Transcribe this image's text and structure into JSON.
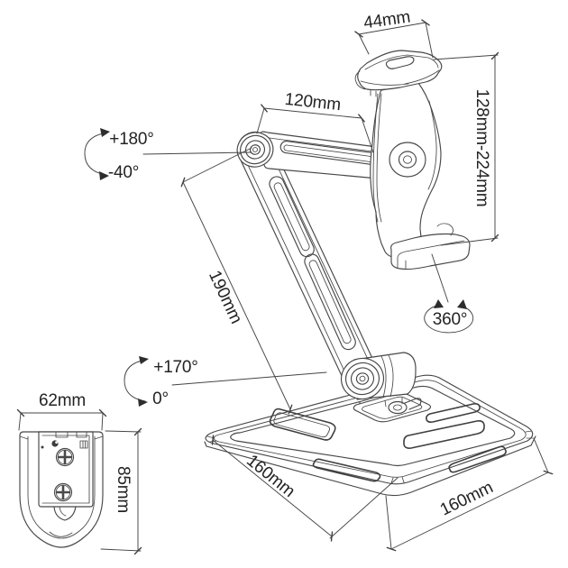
{
  "page": {
    "background": "#ffffff"
  },
  "diagram": {
    "name": "Tablet stand dimensioned line drawing",
    "line_color": "#474747",
    "text_color": "#232323",
    "labels": {
      "holder_width": "44mm",
      "upper_arm_length": "120mm",
      "holder_height_range": "128mm-224mm",
      "elbow_swivel_up": "+180°",
      "elbow_swivel_down": "-40°",
      "lower_arm_length": "190mm",
      "holder_rotation": "360°",
      "base_tilt_up": "+170°",
      "base_tilt_down": "0°",
      "wall_bracket_width": "62mm",
      "wall_bracket_height": "85mm",
      "base_edge_left": "160mm",
      "base_edge_right": "160mm"
    }
  }
}
